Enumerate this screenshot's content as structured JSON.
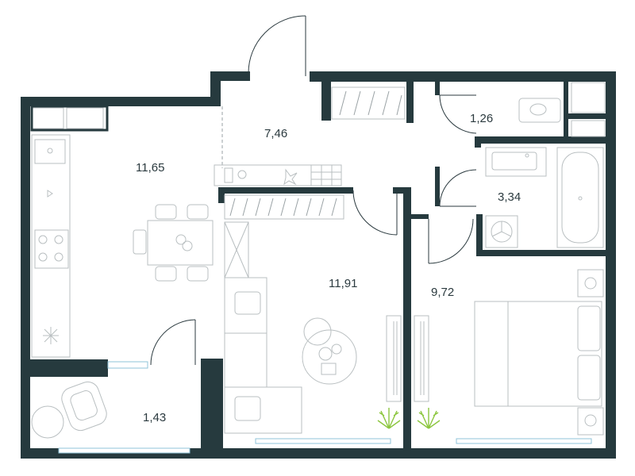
{
  "rooms": {
    "kitchen": {
      "area": "11,65"
    },
    "hall": {
      "area": "7,46"
    },
    "wc": {
      "area": "1,26"
    },
    "bathroom": {
      "area": "3,34"
    },
    "living": {
      "area": "11,91"
    },
    "bedroom": {
      "area": "9,72"
    },
    "balcony": {
      "area": "1,43"
    }
  },
  "colors": {
    "wall": "#263a3e",
    "furniture": "#b9bfc1",
    "window": "#8fc3d8",
    "plant": "#8cc63f",
    "text": "#2b3a3f"
  }
}
